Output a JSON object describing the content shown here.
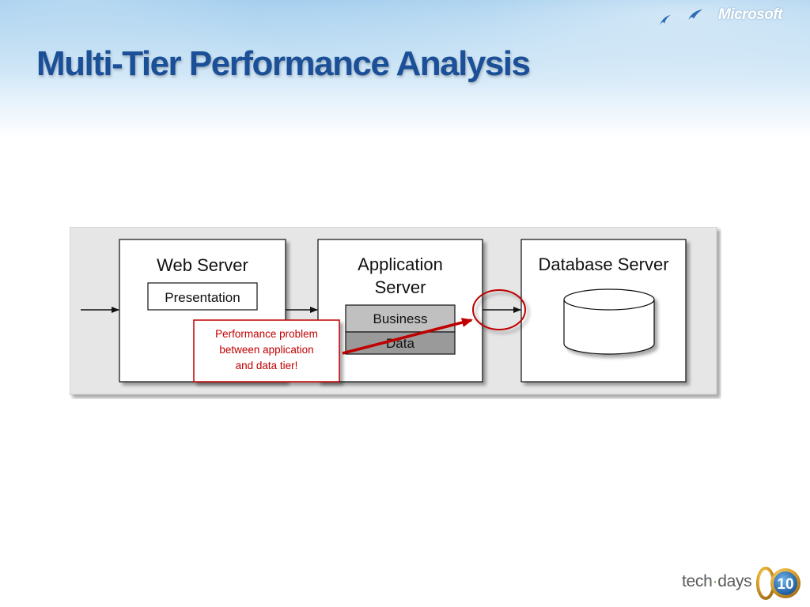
{
  "brand": {
    "logo_text": "Microsoft",
    "event_prefix": "tech",
    "event_suffix": "days",
    "event_badge_number": "10"
  },
  "slide": {
    "title": "Multi-Tier Performance Analysis"
  },
  "diagram": {
    "web_server": {
      "title": "Web Server",
      "layer": "Presentation"
    },
    "app_server": {
      "title_line1": "Application",
      "title_line2": "Server",
      "layer_business": "Business",
      "layer_data": "Data"
    },
    "db_server": {
      "title": "Database Server"
    },
    "callout": {
      "line1": "Performance problem",
      "line2": "between application",
      "line3": "and data tier!"
    }
  },
  "colors": {
    "title": "#1b4f98",
    "callout": "#c00000",
    "layer_fill": "#c0c0c0",
    "data_fill": "#9a9a9a",
    "panel_bg": "#e6e6e6"
  }
}
